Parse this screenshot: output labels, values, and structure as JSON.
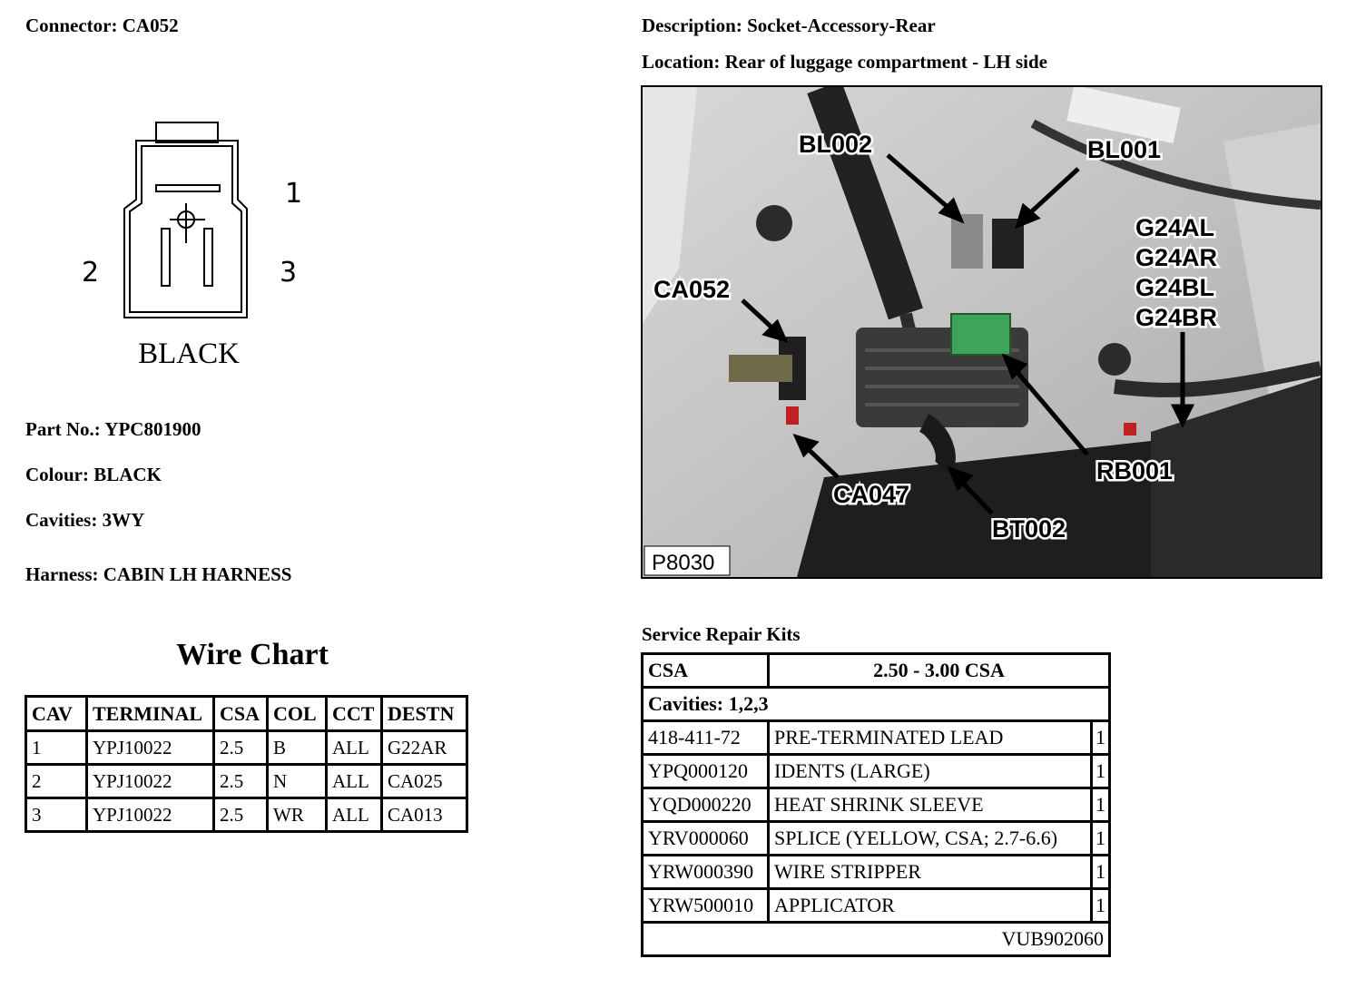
{
  "header": {
    "connector_label": "Connector:",
    "connector_value": "CA052",
    "description_label": "Description:",
    "description_value": "Socket-Accessory-Rear",
    "location_label": "Location:",
    "location_value": "Rear of luggage compartment - LH side"
  },
  "diagram": {
    "pin_1": "1",
    "pin_2": "2",
    "pin_3": "3",
    "colour_caption": "BLACK"
  },
  "details": {
    "part_label": "Part No.:",
    "part_value": "YPC801900",
    "colour_label": "Colour:",
    "colour_value": "BLACK",
    "cavities_label": "Cavities:",
    "cavities_value": "3WY",
    "harness_label": "Harness:",
    "harness_value": "CABIN LH HARNESS"
  },
  "wire_chart": {
    "title": "Wire Chart",
    "headers": [
      "CAV",
      "TERMINAL",
      "CSA",
      "COL",
      "CCT",
      "DESTN"
    ],
    "rows": [
      [
        "1",
        "YPJ10022",
        "2.5",
        "B",
        "ALL",
        "G22AR"
      ],
      [
        "2",
        "YPJ10022",
        "2.5",
        "N",
        "ALL",
        "CA025"
      ],
      [
        "3",
        "YPJ10022",
        "2.5",
        "WR",
        "ALL",
        "CA013"
      ]
    ]
  },
  "photo": {
    "callouts": {
      "bl002": "BL002",
      "bl001": "BL001",
      "g24al": "G24AL",
      "g24ar": "G24AR",
      "g24bl": "G24BL",
      "g24br": "G24BR",
      "ca052": "CA052",
      "rb001": "RB001",
      "ca047": "CA047",
      "bt002": "BT002"
    },
    "figure_id": "P8030"
  },
  "service_kits": {
    "title": "Service Repair Kits",
    "csa_label": "CSA",
    "csa_value": "2.50 - 3.00 CSA",
    "cavities_line": "Cavities: 1,2,3",
    "items": [
      [
        "418-411-72",
        "PRE-TERMINATED LEAD",
        "1"
      ],
      [
        "YPQ000120",
        "IDENTS (LARGE)",
        "1"
      ],
      [
        "YQD000220",
        "HEAT SHRINK SLEEVE",
        "1"
      ],
      [
        "YRV000060",
        "SPLICE (YELLOW, CSA; 2.7-6.6)",
        "1"
      ],
      [
        "YRW000390",
        "WIRE STRIPPER",
        "1"
      ],
      [
        "YRW500010",
        "APPLICATOR",
        "1"
      ]
    ],
    "kit_number": "VUB902060"
  }
}
